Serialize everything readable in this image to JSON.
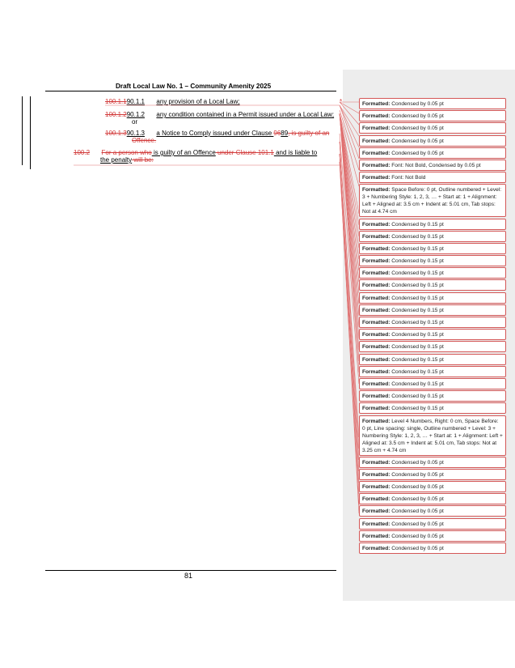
{
  "header": {
    "title": "Draft Local Law No. 1 – Community Amenity 2025"
  },
  "body": {
    "l1": {
      "del": "100.1.1",
      "ins": "90.1.1",
      "text": "any provision of a Local Law;"
    },
    "l2": {
      "del": "100.1.2",
      "ins": "90.1.2",
      "text": "any condition contained in a Permit issued under a Local Law;",
      "cont": "or"
    },
    "l3": {
      "del": "100.1.3",
      "ins": "90.1.3",
      "text_a": "a Notice to Comply issued under Clause ",
      "del_num": "96",
      "ins_num": "89",
      "del_tail": ", is guilty of an",
      "cont_del": "Offence."
    },
    "l4": {
      "num": "100.2",
      "del_a": "For a person who",
      "ins_a": " is guilty of an Offence",
      "del_b": " under Clause 101.1",
      "ins_b": " and is liable to",
      "cont_ins": "the penalty",
      "cont_del": " will be:"
    }
  },
  "margin": {
    "title": "Formatted: Condensed by  0.05 pt",
    "balloons": [
      {
        "label": "Formatted:",
        "text": " Condensed by  0.05 pt"
      },
      {
        "label": "Formatted:",
        "text": " Condensed by  0.05 pt"
      },
      {
        "label": "Formatted:",
        "text": " Condensed by  0.05 pt"
      },
      {
        "label": "Formatted:",
        "text": " Condensed by  0.05 pt"
      },
      {
        "label": "Formatted:",
        "text": " Condensed by  0.05 pt"
      },
      {
        "label": "Formatted:",
        "text": " Font: Not Bold, Condensed by  0.05 pt"
      },
      {
        "label": "Formatted:",
        "text": " Font: Not Bold"
      },
      {
        "label": "Formatted:",
        "text": " Space Before:  0 pt, Outline numbered + Level: 3 + Numbering Style: 1, 2, 3, … + Start at: 1 + Alignment: Left + Aligned at:  3.5 cm + Indent at:  5.01 cm, Tab stops: Not at  4.74 cm"
      },
      {
        "label": "Formatted:",
        "text": " Condensed by  0.15 pt"
      },
      {
        "label": "Formatted:",
        "text": " Condensed by  0.15 pt"
      },
      {
        "label": "Formatted:",
        "text": " Condensed by  0.15 pt"
      },
      {
        "label": "Formatted:",
        "text": " Condensed by  0.15 pt"
      },
      {
        "label": "Formatted:",
        "text": " Condensed by  0.15 pt"
      },
      {
        "label": "Formatted:",
        "text": " Condensed by  0.15 pt"
      },
      {
        "label": "Formatted:",
        "text": " Condensed by  0.15 pt"
      },
      {
        "label": "Formatted:",
        "text": " Condensed by  0.15 pt"
      },
      {
        "label": "Formatted:",
        "text": " Condensed by  0.15 pt"
      },
      {
        "label": "Formatted:",
        "text": " Condensed by  0.15 pt"
      },
      {
        "label": "Formatted:",
        "text": " Condensed by  0.15 pt"
      },
      {
        "label": "Formatted:",
        "text": " Condensed by  0.15 pt"
      },
      {
        "label": "Formatted:",
        "text": " Condensed by  0.15 pt"
      },
      {
        "label": "Formatted:",
        "text": " Condensed by  0.15 pt"
      },
      {
        "label": "Formatted:",
        "text": " Condensed by  0.15 pt"
      },
      {
        "label": "Formatted:",
        "text": " Condensed by  0.15 pt"
      },
      {
        "label": "Formatted:",
        "text": " Level 4 Numbers, Right:  0 cm, Space Before:  0 pt, Line spacing:  single, Outline numbered + Level: 3 + Numbering Style: 1, 2, 3, … + Start at: 1 + Alignment: Left + Aligned at:  3.5 cm + Indent at:  5.01 cm, Tab stops: Not at  3.25 cm +  4.74 cm"
      },
      {
        "label": "Formatted:",
        "text": " Condensed by  0.05 pt"
      },
      {
        "label": "Formatted:",
        "text": " Condensed by  0.05 pt"
      },
      {
        "label": "Formatted:",
        "text": " Condensed by  0.05 pt"
      },
      {
        "label": "Formatted:",
        "text": " Condensed by  0.05 pt"
      },
      {
        "label": "Formatted:",
        "text": " Condensed by  0.05 pt"
      },
      {
        "label": "Formatted:",
        "text": " Condensed by  0.05 pt"
      },
      {
        "label": "Formatted:",
        "text": " Condensed by  0.05 pt"
      },
      {
        "label": "Formatted:",
        "text": " Condensed by  0.05 pt"
      }
    ]
  },
  "footer": {
    "page_number": "81"
  }
}
